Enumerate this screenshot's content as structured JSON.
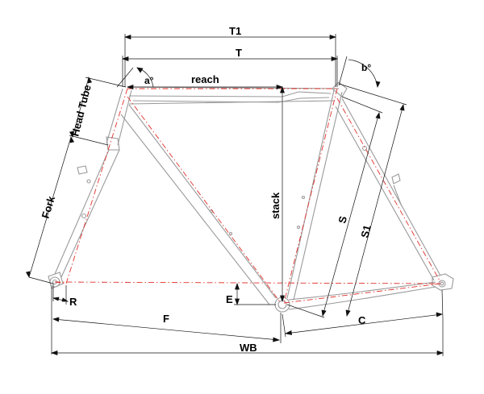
{
  "labels": {
    "t1": "T1",
    "t": "T",
    "reach": "reach",
    "a": "a°",
    "b": "b°",
    "head_tube": "Head Tube",
    "fork": "Fork",
    "stack": "stack",
    "s": "S",
    "s1": "S1",
    "e": "E",
    "r": "R",
    "f": "F",
    "c": "C",
    "wb": "WB"
  },
  "colors": {
    "frame_outline": "#9a9a9a",
    "geometry_line": "#e0302a",
    "dimension_line": "#111111",
    "background": "#ffffff"
  }
}
